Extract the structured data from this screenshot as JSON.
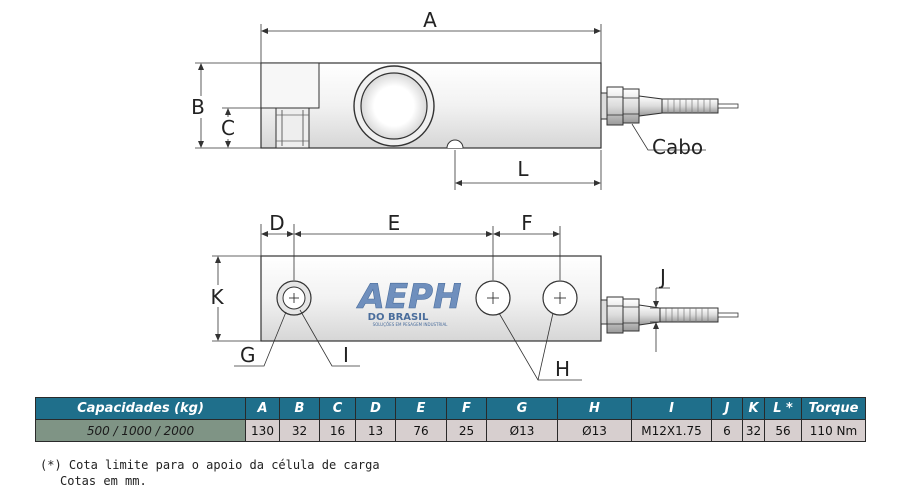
{
  "diagram": {
    "top_view": {
      "dim_A": "A",
      "dim_B": "B",
      "dim_C": "C",
      "dim_L": "L",
      "cable_label": "Cabo"
    },
    "front_view": {
      "dim_D": "D",
      "dim_E": "E",
      "dim_F": "F",
      "dim_K": "K",
      "dim_J": "J",
      "dim_G": "G",
      "dim_I": "I",
      "dim_H": "H"
    },
    "logo": {
      "text": "AEPH",
      "subtext": "DO BRASIL",
      "tagline": "SOLUÇÕES EM PESAGEM INDUSTRIAL",
      "color": "#5b7fae"
    }
  },
  "table": {
    "header_color": "#1f6f8b",
    "headers": [
      "Capacidades (kg)",
      "A",
      "B",
      "C",
      "D",
      "E",
      "F",
      "G",
      "H",
      "I",
      "J",
      "K",
      "L *",
      "Torque"
    ],
    "row": [
      "500 / 1000 / 2000",
      "130",
      "32",
      "16",
      "13",
      "76",
      "25",
      "Ø13",
      "Ø13",
      "M12X1.75",
      "6",
      "32",
      "56",
      "110 Nm"
    ]
  },
  "footnotes": {
    "line1": "(*) Cota limite para o apoio da célula de carga",
    "line2": "Cotas em mm."
  }
}
